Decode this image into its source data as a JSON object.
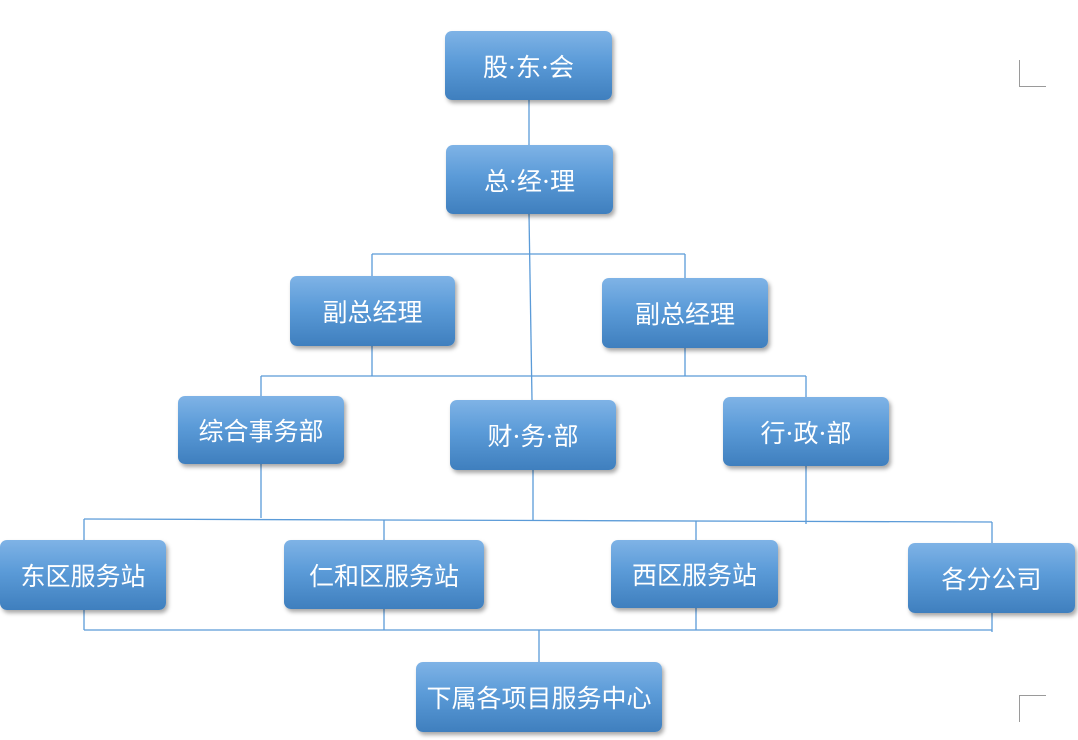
{
  "nodes": {
    "shareholders": "股·东·会",
    "gm": "总·经·理",
    "vgm_left": "副总经理",
    "vgm_right": "副总经理",
    "general_affairs": "综合事务部",
    "finance": "财·务·部",
    "admin": "行·政·部",
    "east_station": "东区服务站",
    "renhe_station": "仁和区服务站",
    "west_station": "西区服务站",
    "branches": "各分公司",
    "project_centers": "下属各项目服务中心"
  },
  "colors": {
    "node_fill": "#5b9bd8",
    "connector": "#5b9bd8",
    "text": "#ffffff"
  }
}
